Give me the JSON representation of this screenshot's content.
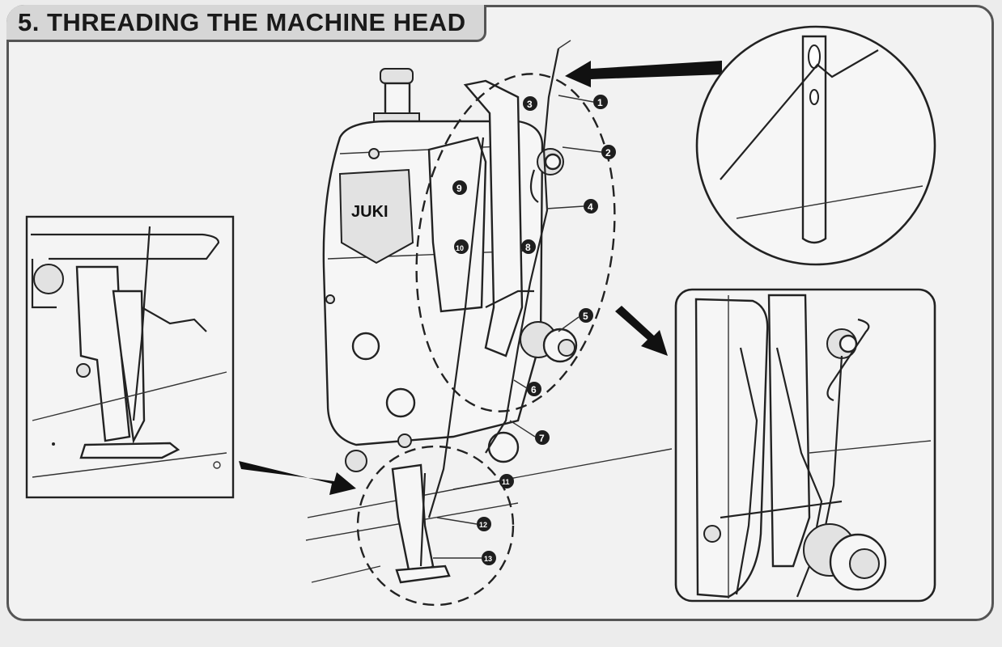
{
  "header": {
    "title": "5. THREADING THE MACHINE HEAD"
  },
  "machine": {
    "brand_label": "JUKI"
  },
  "callouts": [
    "1",
    "2",
    "3",
    "4",
    "5",
    "6",
    "7",
    "8",
    "9",
    "10",
    "11",
    "12",
    "13"
  ],
  "colors": {
    "ink": "#222222",
    "paper": "#f2f2f2",
    "title_band": "#d6d6d6"
  }
}
